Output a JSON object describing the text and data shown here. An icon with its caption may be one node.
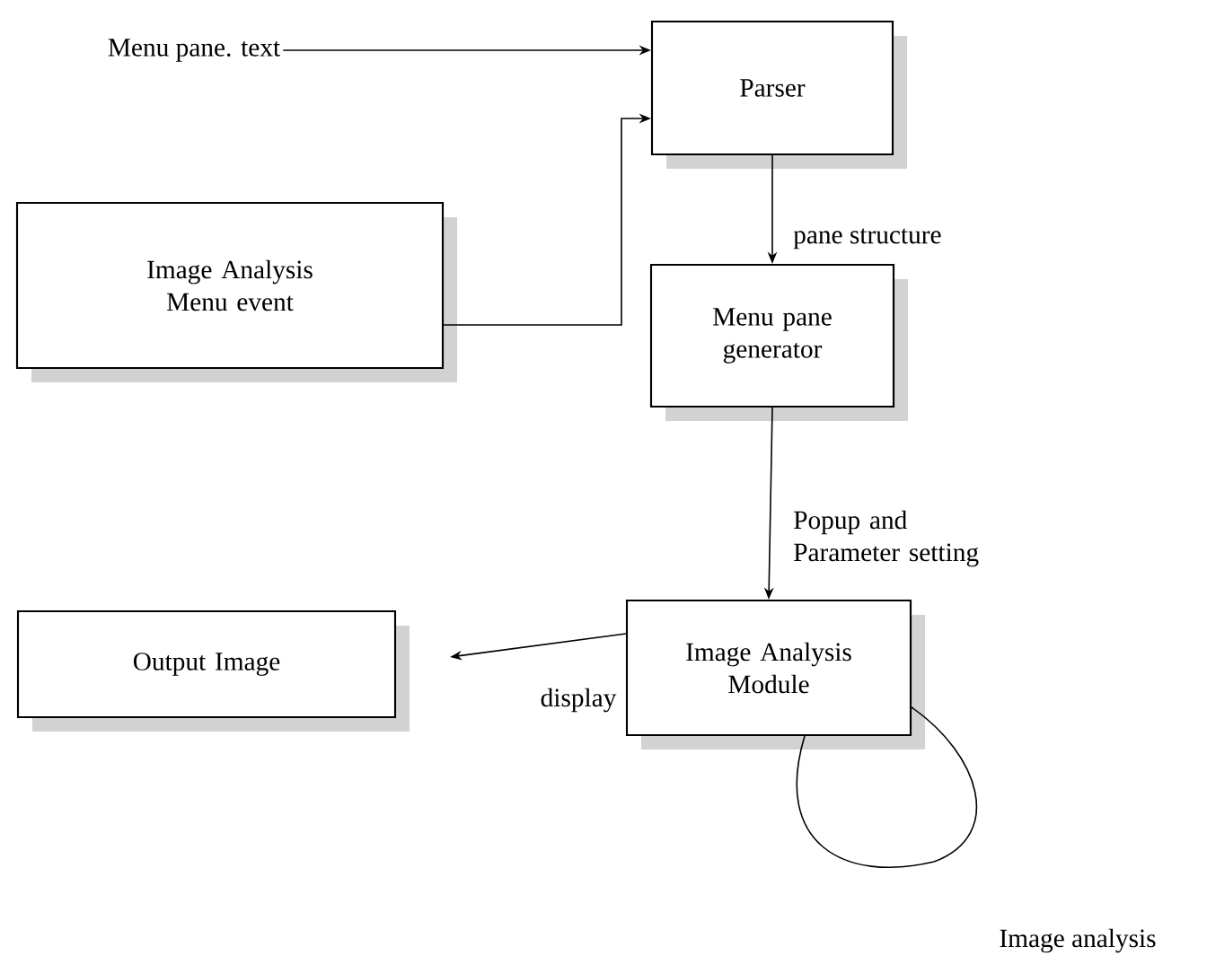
{
  "diagram": {
    "nodes": [
      {
        "text": [
          "Menu pane. text"
        ]
      },
      {
        "text": [
          "Parser"
        ]
      },
      {
        "text": [
          "Image Analysis Menu event"
        ]
      },
      {
        "text": [
          "Menu pane generator"
        ]
      },
      {
        "text": [
          "Output Image"
        ]
      },
      {
        "text": [
          "Image Analysis Module"
        ]
      }
    ],
    "edges": [
      {
        "from": 0,
        "to": 1,
        "arrow": "to"
      },
      {
        "from": 2,
        "to": 1,
        "arrow": "to"
      },
      {
        "from": 1,
        "to": 3,
        "arrow": "to",
        "label": "pane structure"
      },
      {
        "from": 3,
        "to": 5,
        "arrow": "to",
        "label": "Popup and Parameter setting"
      },
      {
        "from": 5,
        "to": 4,
        "arrow": "to",
        "label": "display"
      },
      {
        "from": 5,
        "to": 5,
        "arrow": "none",
        "label": "Image analysis"
      }
    ]
  }
}
